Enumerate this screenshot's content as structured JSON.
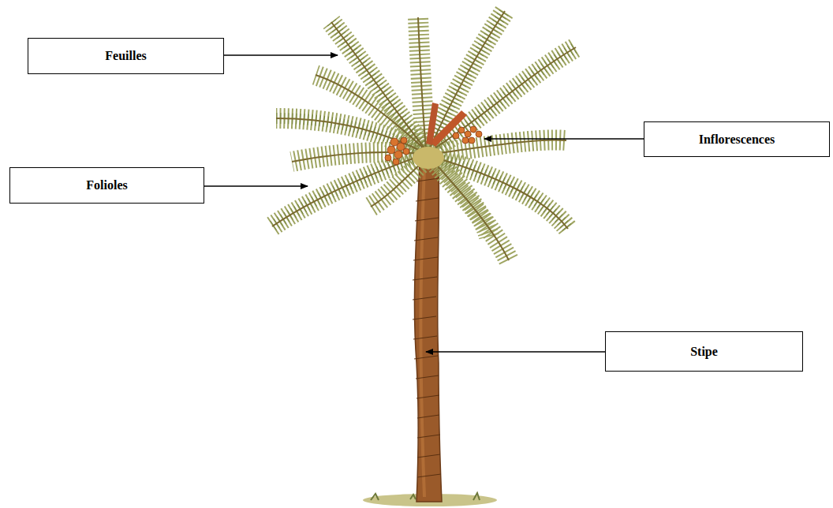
{
  "diagram": {
    "nodes": [
      {
        "text": [
          "Feuilles"
        ]
      },
      {
        "text": [
          "Inflorescences"
        ]
      },
      {
        "text": [
          "Folioles"
        ]
      },
      {
        "text": [
          "Stipe"
        ]
      }
    ]
  }
}
